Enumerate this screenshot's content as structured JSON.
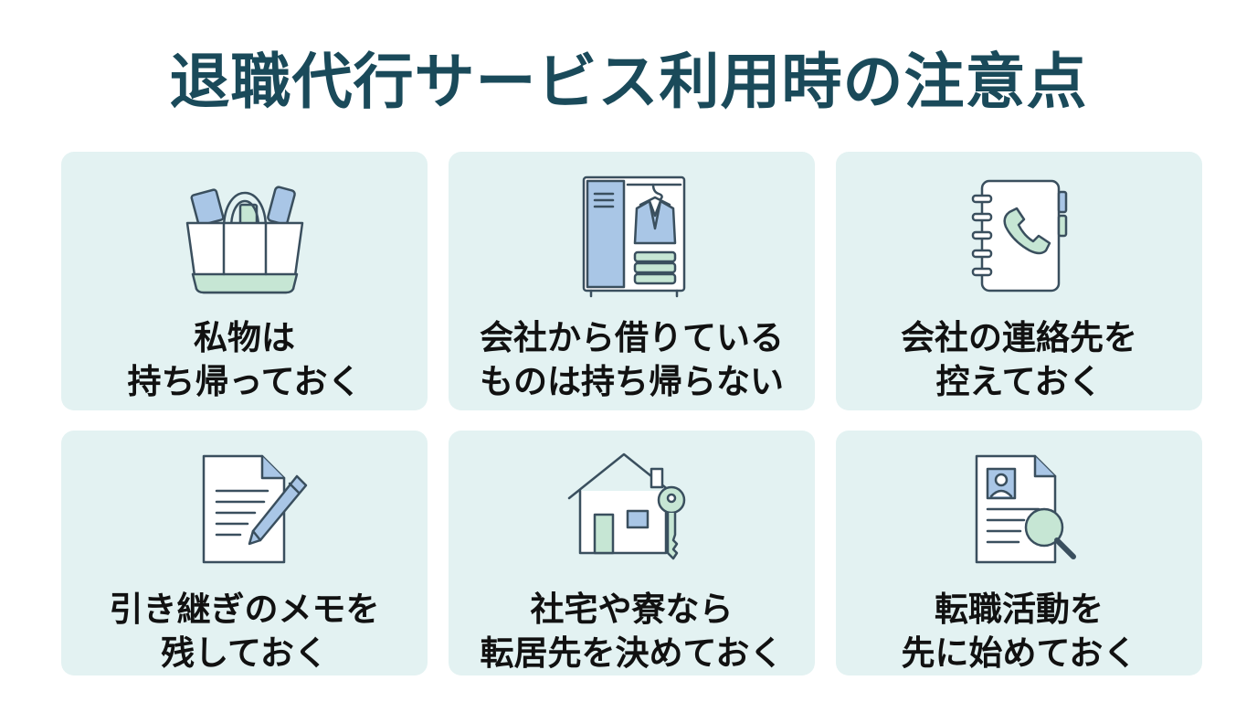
{
  "title": "退職代行サービス利用時の注意点",
  "colors": {
    "title": "#1a4a5a",
    "card_bg": "#e3f2f2",
    "icon_stroke": "#3a4f5e",
    "icon_blue": "#a9c6e6",
    "icon_green": "#c6e6d4",
    "icon_green_dark": "#9fd0b6"
  },
  "cards": [
    {
      "icon": "shopping-bag-icon",
      "lines": [
        "私物は",
        "持ち帰っておく"
      ]
    },
    {
      "icon": "wardrobe-icon",
      "lines": [
        "会社から借りている",
        "ものは持ち帰らない"
      ]
    },
    {
      "icon": "address-book-icon",
      "lines": [
        "会社の連絡先を",
        "控えておく"
      ]
    },
    {
      "icon": "memo-pen-icon",
      "lines": [
        "引き継ぎのメモを",
        "残しておく"
      ]
    },
    {
      "icon": "house-key-icon",
      "lines": [
        "社宅や寮なら",
        "転居先を決めておく"
      ]
    },
    {
      "icon": "resume-search-icon",
      "lines": [
        "転職活動を",
        "先に始めておく"
      ]
    }
  ]
}
